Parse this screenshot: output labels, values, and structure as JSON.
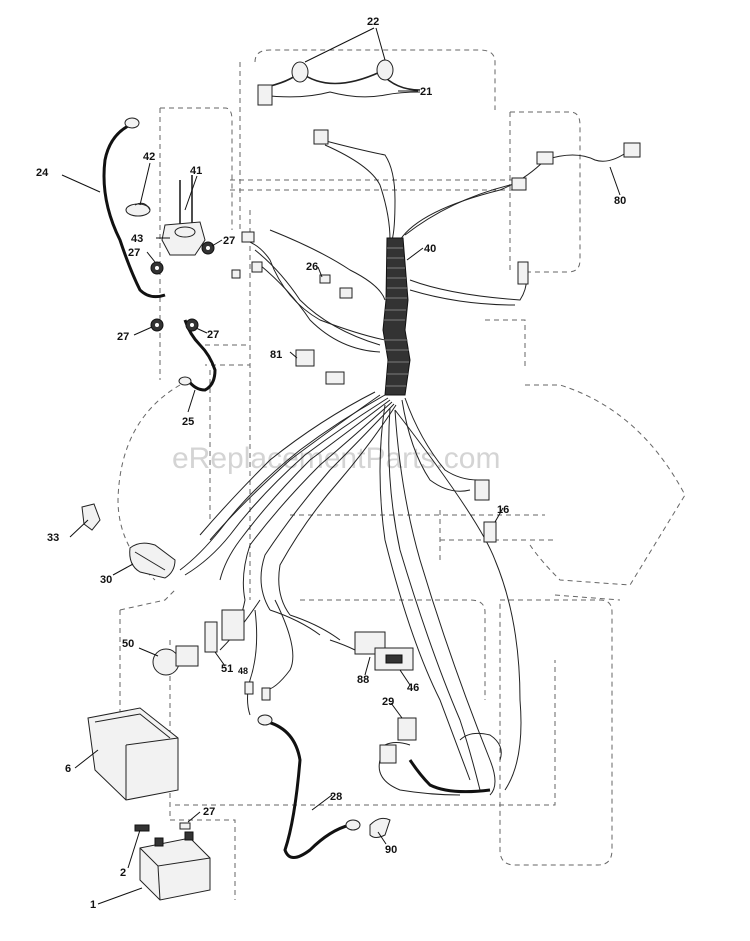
{
  "watermark": "eReplacementParts.com",
  "callouts": {
    "c1": "1",
    "c2": "2",
    "c6": "6",
    "c16": "16",
    "c21": "21",
    "c22": "22",
    "c24": "24",
    "c25": "25",
    "c26": "26",
    "c27a": "27",
    "c27b": "27",
    "c27c": "27",
    "c27d": "27",
    "c27e": "27",
    "c28": "28",
    "c29": "29",
    "c30": "30",
    "c33": "33",
    "c40": "40",
    "c41": "41",
    "c42": "42",
    "c43": "43",
    "c46": "46",
    "c48": "48",
    "c50": "50",
    "c51": "51",
    "c80": "80",
    "c81": "81",
    "c88": "88",
    "c90": "90"
  }
}
